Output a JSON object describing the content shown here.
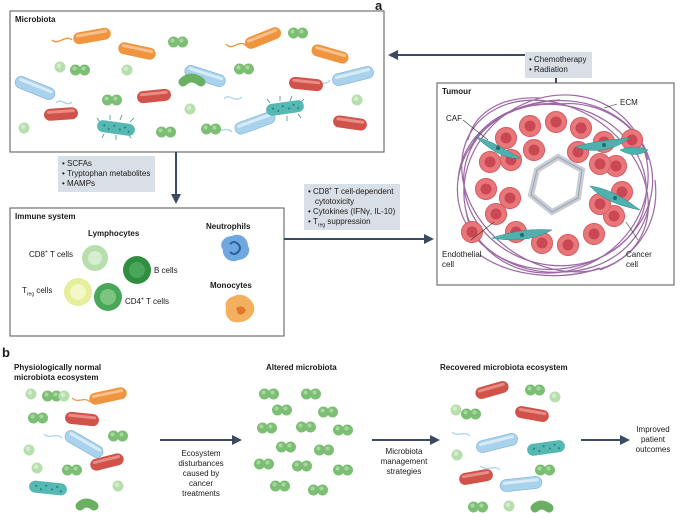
{
  "panel_a": {
    "letter": "a",
    "microbiota_title": "Microbiota",
    "tumour_title": "Tumour",
    "immune_title": "Immune system",
    "notes_tumour_to_microbiota": [
      "Chemotherapy",
      "Radiation"
    ],
    "notes_microbiota_to_immune": [
      "SCFAs",
      "Tryptophan metabolites",
      "MAMPs"
    ],
    "notes_immune_to_tumour": {
      "l1": "CD8",
      "l1_sup": "+",
      "l1_rest": " T cell-dependent",
      "l2": "cytotoxicity",
      "l3": "Cytokines (IFNγ, IL-10)",
      "l4": "T",
      "l4_sub": "reg",
      "l4_rest": " suppression"
    },
    "tumour_labels": {
      "ecm": "ECM",
      "caf": "CAF",
      "endothelial_1": "Endothelial",
      "endothelial_2": "cell",
      "cancer_1": "Cancer",
      "cancer_2": "cell"
    },
    "immune_labels": {
      "lymphocytes": "Lymphocytes",
      "cd8": "CD8",
      "cd8_sup": "+",
      "cd8_rest": " T cells",
      "bcells": "B cells",
      "treg": "T",
      "treg_sub": "reg",
      "treg_rest": " cells",
      "cd4": "CD4",
      "cd4_sup": "+",
      "cd4_rest": " T cells",
      "neutrophils": "Neutrophils",
      "monocytes": "Monocytes"
    }
  },
  "panel_b": {
    "letter": "b",
    "normal_1": "Physiologically normal",
    "normal_2": "microbiota ecosystem",
    "altered": "Altered microbiota",
    "recovered": "Recovered microbiota ecosystem",
    "disturb": [
      "Ecosystem",
      "disturbances",
      "caused by",
      "cancer",
      "treatments"
    ],
    "mgmt": [
      "Microbiota",
      "management",
      "strategies"
    ],
    "outcome": [
      "Improved",
      "patient",
      "outcomes"
    ]
  },
  "colors": {
    "orange": "#f0953f",
    "blue": "#a9d3ec",
    "red": "#d0524a",
    "green": "#7cbf74",
    "arrow": "#3b4a63",
    "note_bg": "#d9dfe6",
    "ecm": "#8a4e93",
    "cancer": "#e8777a",
    "caf": "#4fb0ad",
    "neutrophil": "#6fa8de",
    "monocyte": "#f3b15f"
  }
}
